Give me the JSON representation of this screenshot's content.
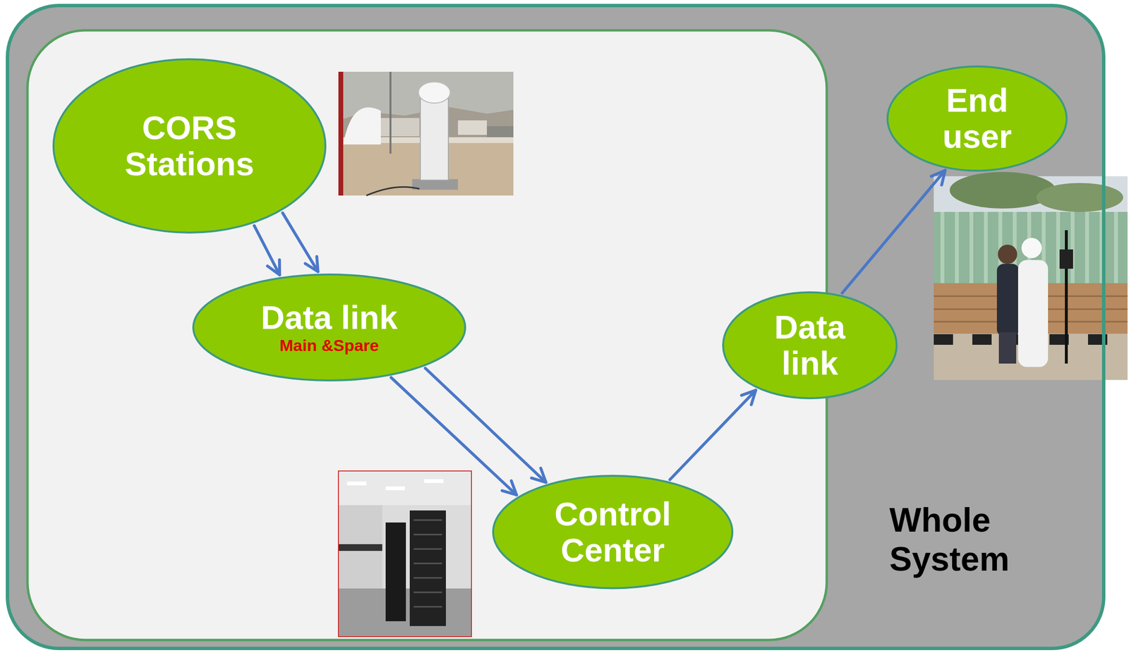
{
  "diagram": {
    "nodes": [
      {
        "text": [
          "Whole System"
        ]
      },
      {
        "text": [
          "CORS Stations"
        ],
        "in": 0
      },
      {
        "text": [
          "Data link",
          "Main &Spare"
        ],
        "in": 0
      },
      {
        "text": [
          "Control Center"
        ],
        "in": 0
      },
      {
        "text": [
          "Data link"
        ],
        "in": 0
      },
      {
        "text": [
          "End user"
        ],
        "in": 0
      }
    ],
    "edges": [
      {
        "from": 1,
        "to": 2,
        "arrow": "to"
      },
      {
        "from": 1,
        "to": 2,
        "arrow": "to"
      },
      {
        "from": 2,
        "to": 3,
        "arrow": "to"
      },
      {
        "from": 2,
        "to": 3,
        "arrow": "to"
      },
      {
        "from": 3,
        "to": 4,
        "arrow": "to"
      },
      {
        "from": 4,
        "to": 5,
        "arrow": "to"
      }
    ]
  }
}
